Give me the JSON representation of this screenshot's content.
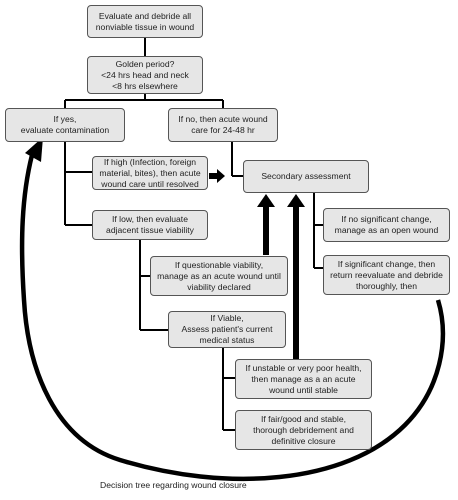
{
  "boxes": {
    "evaluate_debride": "Evaluate and debride all\nnonviable tissue in wound",
    "golden_period": "Golden period?\n<24 hrs head and neck\n<8 hrs elsewhere",
    "if_yes": "If yes,\nevaluate contamination",
    "if_no": "If no, then acute wound\ncare for 24-48 hr",
    "if_high": "If high (Infection, foreign\nmaterial, bites), then acute\nwound care until resolved",
    "secondary": "Secondary assessment",
    "if_low": "If low, then evaluate\nadjacent tissue viability",
    "no_change": "If no significant change,\nmanage as an open wound",
    "questionable": "If questionable viability,\nmanage as an acute wound until\nviability declared",
    "significant_change": "If significant change, then\nreturn reevaluate and debride\nthoroughly, then",
    "viable": "If Viable,\nAssess patient's current\nmedical status",
    "unstable": "If unstable or very poor health,\nthen manage as a an acute\nwound until stable",
    "fair_good": "If fair/good and stable,\nthorough debridement and\ndefinitive closure"
  },
  "caption": "Decision tree regarding wound closure"
}
